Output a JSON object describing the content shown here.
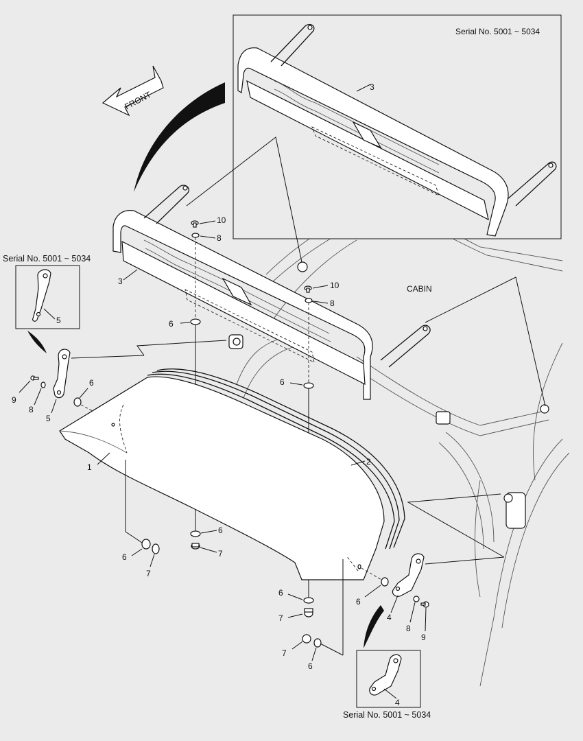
{
  "direction_label": "FRONT",
  "cabin_label": "CABIN",
  "serial_notes": {
    "top_right": "Serial No. 5001 ~ 5034",
    "left": "Serial No. 5001 ~ 5034",
    "bottom": "Serial No. 5001 ~ 5034"
  },
  "callouts": {
    "inset_top_3": "3",
    "main_3": "3",
    "top_10": "10",
    "top_8": "8",
    "mid_10": "10",
    "mid_8": "8",
    "left_6": "6",
    "center_6": "6",
    "left_inset_5": "5",
    "left_9": "9",
    "left_8": "8",
    "left_5": "5",
    "left_6b": "6",
    "label_1": "1",
    "label_2": "2",
    "lower_6": "6",
    "lower_7": "7",
    "lowleft_6": "6",
    "lowleft_7": "7",
    "right_6": "6",
    "right_4": "4",
    "right_8": "8",
    "right_9": "9",
    "bot_6": "6",
    "bot_7": "7",
    "bot2_7": "7",
    "bot2_6": "6",
    "bottom_inset_4": "4"
  }
}
